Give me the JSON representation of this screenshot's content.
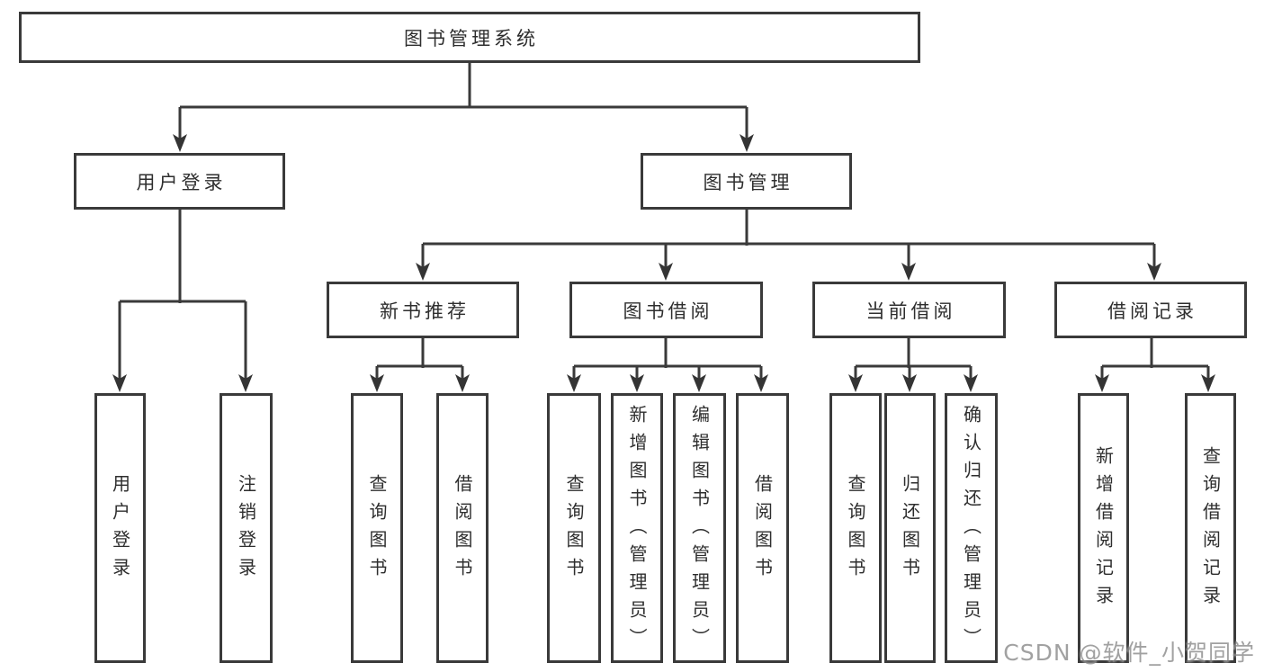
{
  "diagram_title": "图书管理系统",
  "tree": {
    "root": {
      "label": "图书管理系统"
    },
    "children": [
      {
        "label": "用户登录",
        "children": [
          {
            "label": "用户登录"
          },
          {
            "label": "注销登录"
          }
        ]
      },
      {
        "label": "图书管理",
        "children": [
          {
            "label": "新书推荐",
            "children": [
              {
                "label": "查询图书"
              },
              {
                "label": "借阅图书"
              }
            ]
          },
          {
            "label": "图书借阅",
            "children": [
              {
                "label": "查询图书"
              },
              {
                "label": "新增图书（管理员）"
              },
              {
                "label": "编辑图书（管理员）"
              },
              {
                "label": "借阅图书"
              }
            ]
          },
          {
            "label": "当前借阅",
            "children": [
              {
                "label": "查询图书"
              },
              {
                "label": "归还图书"
              },
              {
                "label": "确认归还（管理员）"
              }
            ]
          },
          {
            "label": "借阅记录",
            "children": [
              {
                "label": "新增借阅记录"
              },
              {
                "label": "查询借阅记录"
              }
            ]
          }
        ]
      }
    ]
  },
  "watermark": {
    "text": "CSDN @软件_小贺同学",
    "color": "#8d8d8d"
  },
  "colors": {
    "line": "#3a3a3a",
    "box_border": "#3a3a3a",
    "text": "#2e2e2e",
    "background": "#ffffff"
  }
}
